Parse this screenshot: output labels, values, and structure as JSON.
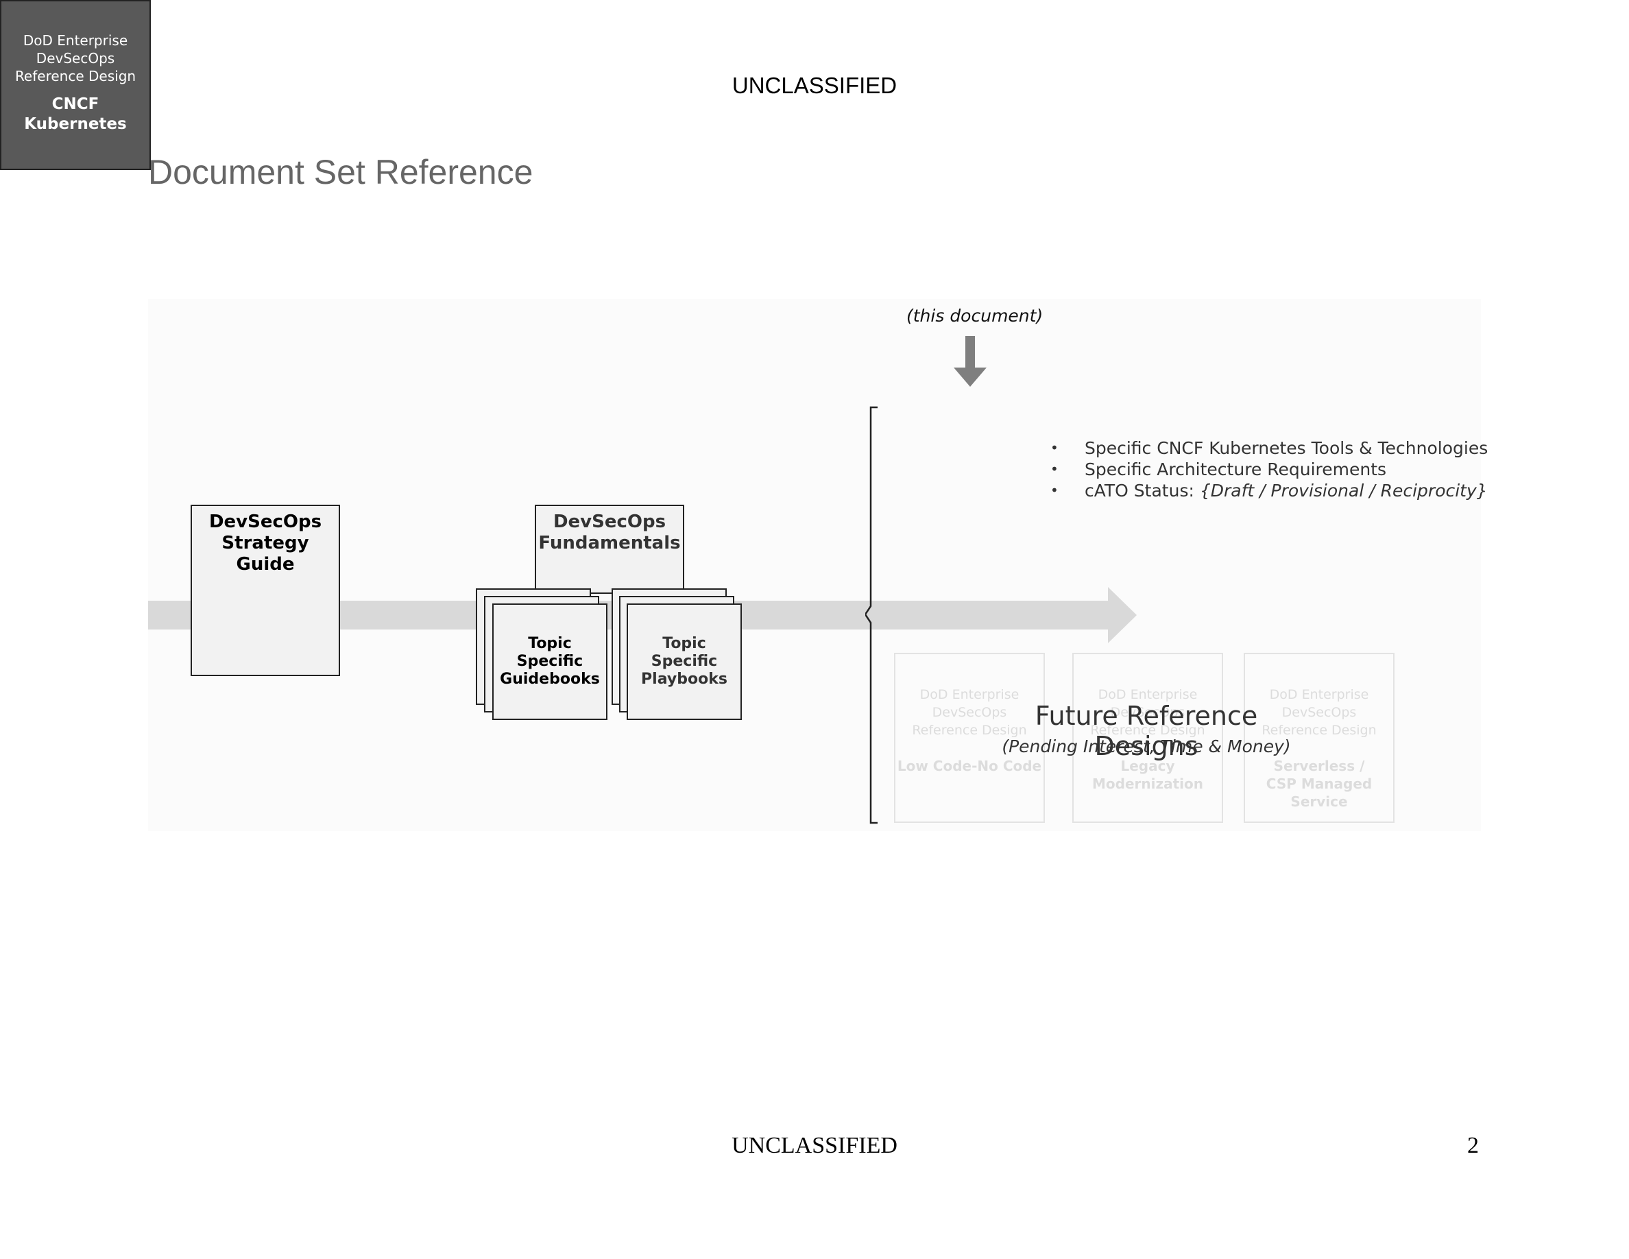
{
  "header": {
    "classification": "UNCLASSIFIED"
  },
  "page_title": "Document Set Reference",
  "figure": {
    "strategy_guide": [
      "DevSecOps",
      "Strategy",
      "Guide"
    ],
    "fundamentals": [
      "DevSecOps",
      "Fundamentals"
    ],
    "guidebooks": [
      "Topic",
      "Specific",
      "Guidebooks"
    ],
    "playbooks": [
      "Topic",
      "Specific",
      "Playbooks"
    ],
    "this_document": "(this document)",
    "current_design": {
      "line1": "DoD Enterprise",
      "line2": "DevSecOps",
      "line3": "Reference Design",
      "name1": "CNCF",
      "name2": "Kubernetes"
    },
    "bullets": {
      "b1": "Specific CNCF Kubernetes Tools & Technologies",
      "b2": "Specific Architecture Requirements",
      "b3_prefix": "cATO Status: ",
      "b3_italic": "{Draft / Provisional / Reciprocity}"
    },
    "future_designs": [
      {
        "line1": "DoD Enterprise",
        "line2": "DevSecOps",
        "line3": "Reference Design",
        "name1": "Low Code-No Code",
        "name2": "",
        "name3": ""
      },
      {
        "line1": "DoD Enterprise",
        "line2": "DevSecOps",
        "line3": "Reference Design",
        "name1": "Legacy",
        "name2": "Modernization",
        "name3": ""
      },
      {
        "line1": "DoD Enterprise",
        "line2": "DevSecOps",
        "line3": "Reference Design",
        "name1": "Serverless /",
        "name2": "CSP Managed",
        "name3": "Service"
      }
    ],
    "future_title": "Future Reference Designs",
    "future_subtitle": "(Pending Interest,  Time & Money)"
  },
  "footer": {
    "classification": "UNCLASSIFIED",
    "page_number": "2"
  }
}
